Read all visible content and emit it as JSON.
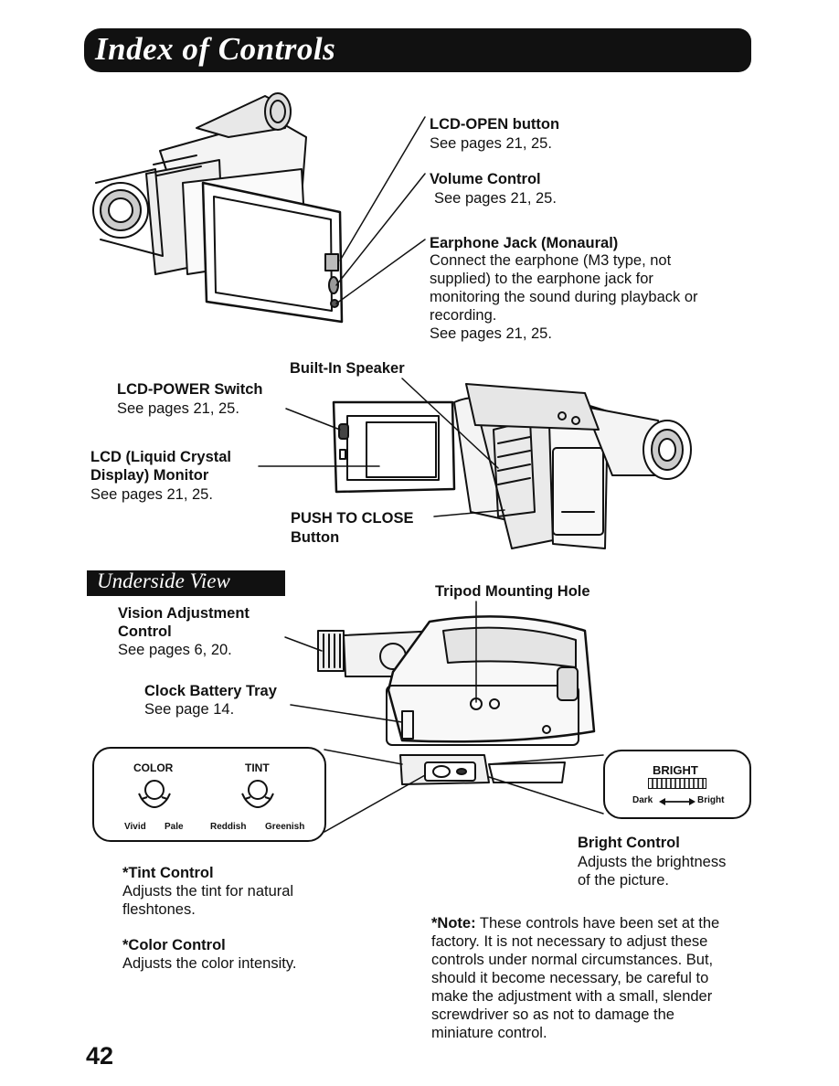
{
  "title": "Index of Controls",
  "top_labels": {
    "lcd_open": {
      "label": "LCD-OPEN button",
      "pages": "See pages 21, 25."
    },
    "volume": {
      "label": "Volume Control",
      "pages": "See pages 21, 25."
    },
    "earphone": {
      "label": "Earphone Jack (Monaural)",
      "desc": [
        "Connect the earphone (M3 type, not",
        "supplied) to the earphone jack for",
        "monitoring the sound during playback or",
        "recording."
      ],
      "pages": "See pages 21, 25."
    }
  },
  "mid_labels": {
    "speaker": "Built-In Speaker",
    "lcd_power": {
      "label": "LCD-POWER Switch",
      "pages": "See pages 21, 25."
    },
    "lcd_monitor": {
      "label": [
        "LCD (Liquid Crystal",
        "Display) Monitor"
      ],
      "pages": "See pages 21, 25."
    },
    "push_close": {
      "label": [
        "PUSH TO CLOSE",
        "Button"
      ]
    }
  },
  "underside": {
    "heading": "Underside View",
    "tripod": "Tripod Mounting Hole",
    "vision": {
      "label": [
        "Vision Adjustment",
        "Control"
      ],
      "pages": "See pages 6, 20."
    },
    "clock": {
      "label": "Clock Battery Tray",
      "pages": "See page 14."
    }
  },
  "panel_left": {
    "color": "COLOR",
    "tint": "TINT",
    "vivid": "Vivid",
    "pale": "Pale",
    "reddish": "Reddish",
    "greenish": "Greenish"
  },
  "panel_right": {
    "bright": "BRIGHT",
    "dark": "Dark",
    "bright_end": "Bright"
  },
  "bottom": {
    "tint": {
      "label": "*Tint Control",
      "desc": [
        "Adjusts the tint for natural",
        "fleshtones."
      ]
    },
    "color": {
      "label": "*Color Control",
      "desc": "Adjusts the color intensity."
    },
    "bright": {
      "label": "Bright Control",
      "desc": [
        "Adjusts the brightness",
        "of the picture."
      ]
    },
    "note": {
      "label": "*Note:",
      "first": " These controls have been set at the",
      "lines": [
        "factory. It is not necessary to adjust these",
        "controls under normal circumstances. But,",
        "should it become necessary, be careful to",
        "make the adjustment with a small, slender",
        "screwdriver so as not to damage the",
        "miniature control."
      ]
    }
  },
  "page_number": "42"
}
